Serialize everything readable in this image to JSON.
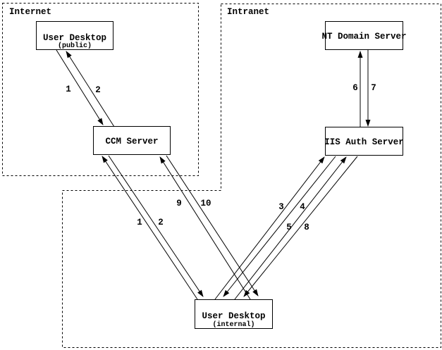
{
  "page": {
    "background_color": "#ffffff",
    "ink_color": "#000000",
    "type": "network-authentication-flow-diagram"
  },
  "diagram": {
    "regions": [
      {
        "id": "internet",
        "label": "Internet"
      },
      {
        "id": "intranet",
        "label": "Intranet"
      }
    ],
    "nodes": [
      {
        "id": "user-desktop-public",
        "title": "User Desktop",
        "subtitle": "(public)",
        "region": "Internet"
      },
      {
        "id": "ccm-server",
        "title": "CCM Server",
        "region": "Internet"
      },
      {
        "id": "nt-domain-server",
        "title": "NT Domain Server",
        "region": "Intranet"
      },
      {
        "id": "iis-auth-server",
        "title": "IIS Auth Server",
        "region": "Intranet"
      },
      {
        "id": "user-desktop-internal",
        "title": "User Desktop",
        "subtitle": "(internal)",
        "region": "Intranet"
      }
    ],
    "edges": [
      {
        "label": "1",
        "from": "user-desktop-public",
        "to": "ccm-server"
      },
      {
        "label": "2",
        "from": "ccm-server",
        "to": "user-desktop-public"
      },
      {
        "label": "1",
        "from": "user-desktop-internal",
        "to": "ccm-server"
      },
      {
        "label": "2",
        "from": "ccm-server",
        "to": "user-desktop-internal"
      },
      {
        "label": "9",
        "from": "user-desktop-internal",
        "to": "ccm-server"
      },
      {
        "label": "10",
        "from": "ccm-server",
        "to": "user-desktop-internal"
      },
      {
        "label": "3",
        "from": "user-desktop-internal",
        "to": "iis-auth-server"
      },
      {
        "label": "4",
        "from": "iis-auth-server",
        "to": "user-desktop-internal"
      },
      {
        "label": "5",
        "from": "user-desktop-internal",
        "to": "iis-auth-server"
      },
      {
        "label": "8",
        "from": "iis-auth-server",
        "to": "user-desktop-internal"
      },
      {
        "label": "6",
        "from": "iis-auth-server",
        "to": "nt-domain-server"
      },
      {
        "label": "7",
        "from": "nt-domain-server",
        "to": "iis-auth-server"
      }
    ]
  }
}
